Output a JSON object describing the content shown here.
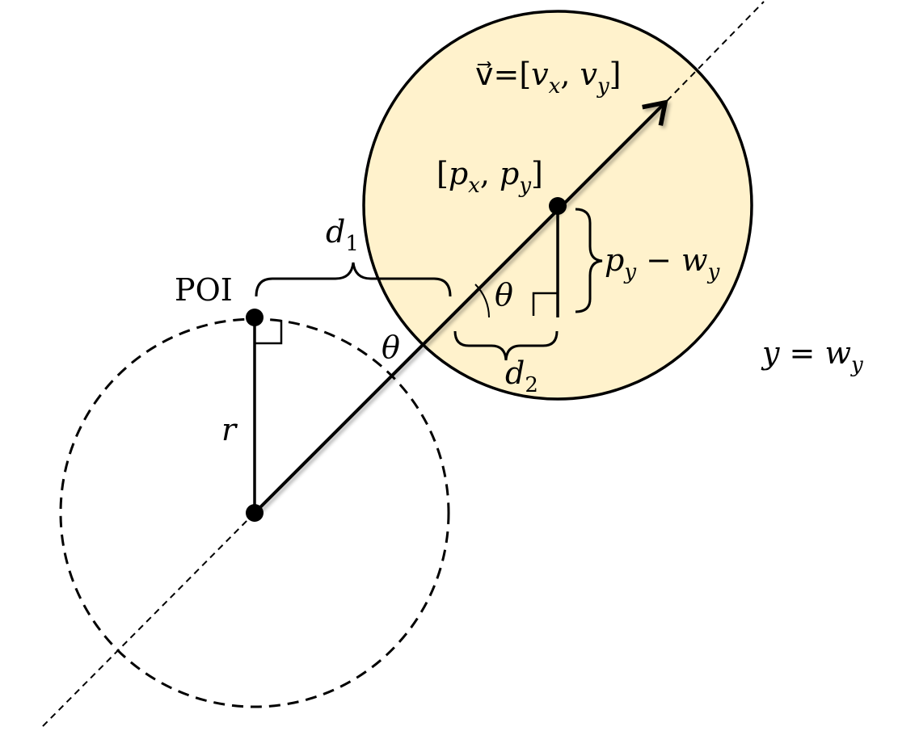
{
  "colors": {
    "highlight_fill": "#FFF2CC",
    "stroke": "#000000"
  },
  "labels": {
    "v": {
      "name": "v⃗",
      "eq": "=[",
      "a": "v",
      "a_sub": "x",
      "sep": ", ",
      "b": "v",
      "b_sub": "y",
      "close": "]"
    },
    "p": {
      "open": "[",
      "a": "p",
      "a_sub": "x",
      "sep": ", ",
      "b": "p",
      "b_sub": "y",
      "close": "]"
    },
    "d1": {
      "base": "d",
      "sub": "1"
    },
    "d2": {
      "base": "d",
      "sub": "2"
    },
    "py_wy": {
      "a": "p",
      "a_sub": "y",
      "op": " − ",
      "b": "w",
      "b_sub": "y"
    },
    "theta_upper": "θ",
    "theta_lower": "θ",
    "poi": "POI",
    "r": "r",
    "line_eq": {
      "a": "y",
      "op": " = ",
      "b": "w",
      "b_sub": "y"
    }
  }
}
